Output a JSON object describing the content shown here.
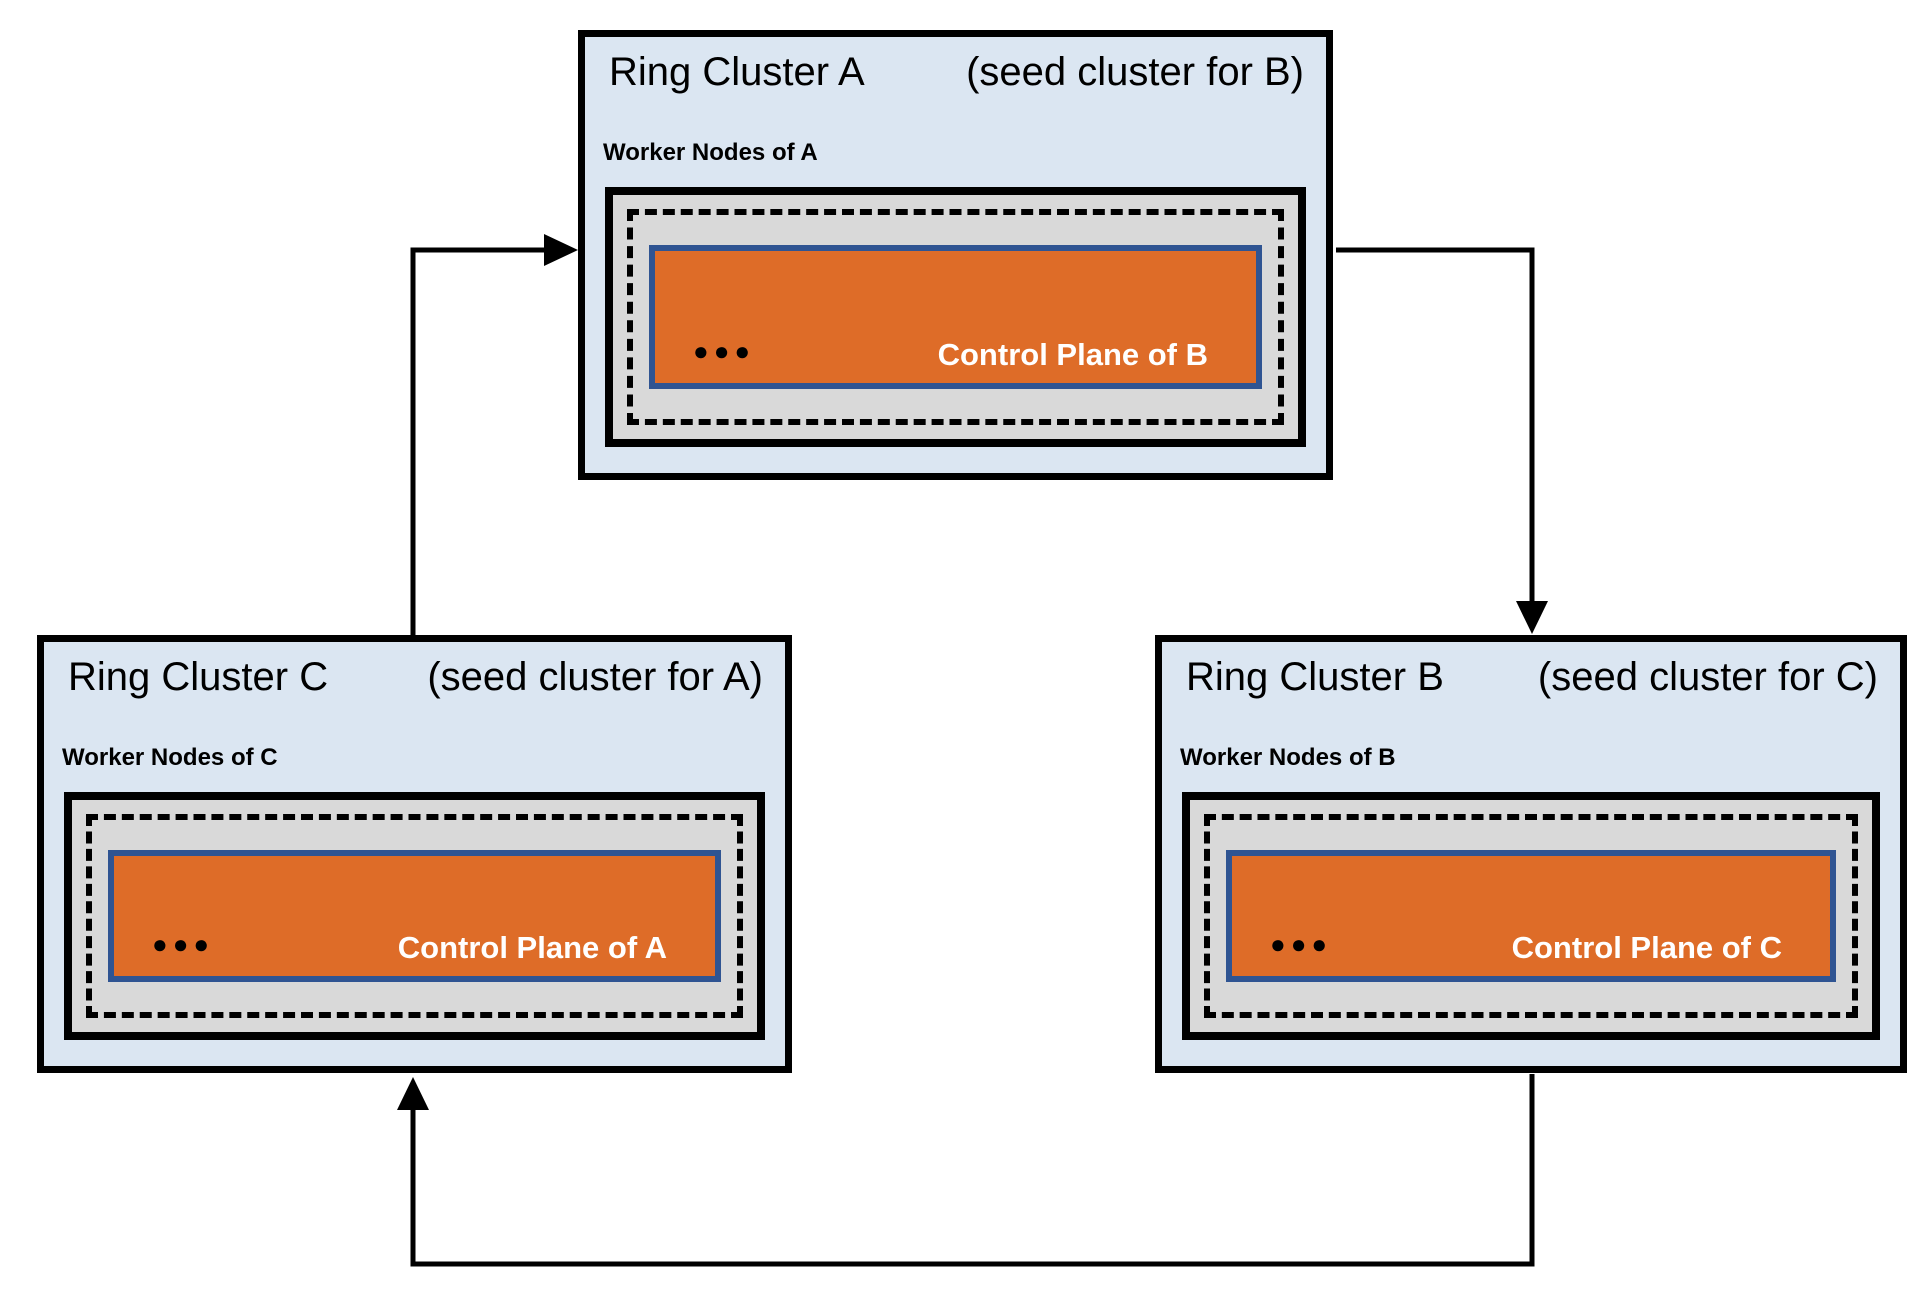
{
  "clusters": [
    {
      "id": "A",
      "name": "Ring Cluster A",
      "seed_note": "(seed cluster for B)",
      "worker_label": "Worker Nodes of A",
      "control_plane_label": "Control Plane of B",
      "dots": "●●●"
    },
    {
      "id": "C",
      "name": "Ring Cluster C",
      "seed_note": "(seed cluster for A)",
      "worker_label": "Worker Nodes of C",
      "control_plane_label": "Control Plane of A",
      "dots": "●●●"
    },
    {
      "id": "B",
      "name": "Ring Cluster B",
      "seed_note": "(seed cluster for C)",
      "worker_label": "Worker Nodes of B",
      "control_plane_label": "Control Plane of C",
      "dots": "●●●"
    }
  ],
  "edges": [
    {
      "from": "Ring Cluster C",
      "to": "Ring Cluster A"
    },
    {
      "from": "Ring Cluster A",
      "to": "Ring Cluster B"
    },
    {
      "from": "Ring Cluster B",
      "to": "Ring Cluster C"
    }
  ],
  "colors": {
    "cluster_background": "#dbe6f2",
    "worker_box_background": "#d9d9d9",
    "control_plane_background": "#de6c28",
    "control_plane_border": "#2f5492",
    "line": "#000000"
  }
}
